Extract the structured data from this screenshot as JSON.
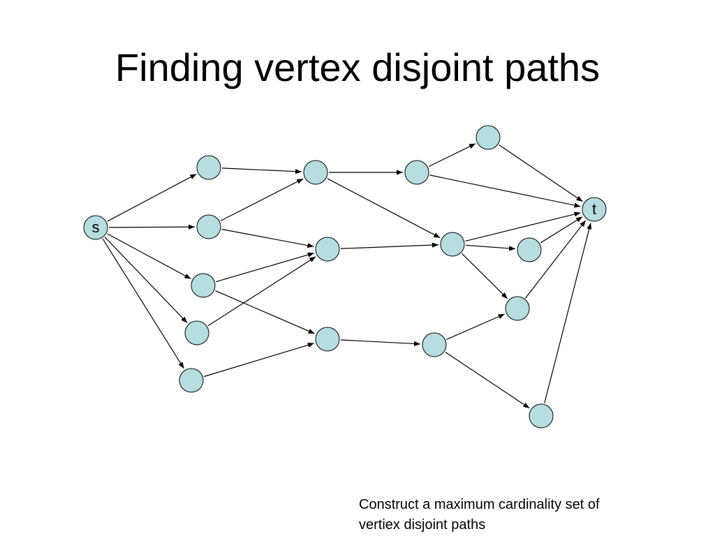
{
  "slide": {
    "title": "Finding vertex disjoint paths",
    "caption_lines": [
      "Construct a maximum cardinality set of",
      "vertiex disjoint paths"
    ]
  },
  "graph": {
    "node_fill": "#b8dde0",
    "node_stroke": "#000000",
    "edge_color": "#000000",
    "nodes": [
      {
        "id": "s",
        "label": "s"
      },
      {
        "id": "t",
        "label": "t"
      },
      {
        "id": "a1",
        "label": ""
      },
      {
        "id": "a2",
        "label": ""
      },
      {
        "id": "a3",
        "label": ""
      },
      {
        "id": "a4",
        "label": ""
      },
      {
        "id": "a5",
        "label": ""
      },
      {
        "id": "b1",
        "label": ""
      },
      {
        "id": "b2",
        "label": ""
      },
      {
        "id": "b3",
        "label": ""
      },
      {
        "id": "c1",
        "label": ""
      },
      {
        "id": "c2",
        "label": ""
      },
      {
        "id": "c3",
        "label": ""
      },
      {
        "id": "d1",
        "label": ""
      },
      {
        "id": "d2",
        "label": ""
      },
      {
        "id": "d3",
        "label": ""
      },
      {
        "id": "d4",
        "label": ""
      }
    ],
    "edges": [
      [
        "s",
        "a1"
      ],
      [
        "s",
        "a2"
      ],
      [
        "s",
        "a3"
      ],
      [
        "s",
        "a4"
      ],
      [
        "s",
        "a5"
      ],
      [
        "a1",
        "b1"
      ],
      [
        "a2",
        "b1"
      ],
      [
        "a2",
        "b2"
      ],
      [
        "a3",
        "b2"
      ],
      [
        "a3",
        "b3"
      ],
      [
        "a4",
        "b2"
      ],
      [
        "a5",
        "b3"
      ],
      [
        "b1",
        "c1"
      ],
      [
        "b1",
        "c2"
      ],
      [
        "b2",
        "c2"
      ],
      [
        "b3",
        "c3"
      ],
      [
        "c1",
        "d1"
      ],
      [
        "c1",
        "t"
      ],
      [
        "c2",
        "t"
      ],
      [
        "c2",
        "d2"
      ],
      [
        "c2",
        "d3"
      ],
      [
        "c3",
        "d3"
      ],
      [
        "c3",
        "d4"
      ],
      [
        "d1",
        "t"
      ],
      [
        "d2",
        "t"
      ],
      [
        "d3",
        "t"
      ],
      [
        "d4",
        "t"
      ]
    ]
  }
}
